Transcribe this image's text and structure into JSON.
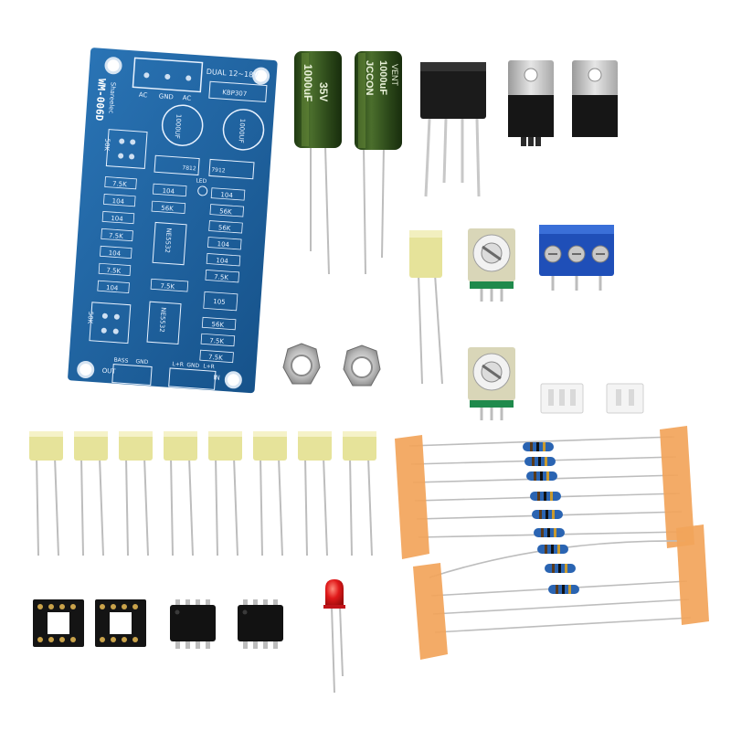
{
  "pcb": {
    "model": "WM-006D",
    "brand": "Shareelec",
    "power": "DUAL 12~18V",
    "bridge": "KBP307",
    "ac_left": "AC",
    "gnd": "GND",
    "ac_right": "AC",
    "cap_left": "1000UF",
    "cap_right": "1000UF",
    "reg1": "7812",
    "reg2": "7912",
    "led": "LED",
    "pot_top": "50K",
    "pot_bottom": "50K",
    "ic1": "NE5532",
    "ic2": "NE5532",
    "left_column": [
      "7.5K",
      "104",
      "104",
      "7.5K",
      "104",
      "7.5K",
      "104"
    ],
    "mid_column": [
      "104",
      "56K",
      "7.5K"
    ],
    "right_column": [
      "104",
      "56K",
      "56K",
      "104",
      "104",
      "7.5K",
      "105",
      "56K",
      "7.5K",
      "7.5K"
    ],
    "bass": "BASS",
    "bass_gnd": "GND",
    "out": "OUT",
    "in_l": "L+R",
    "in_gnd": "GND",
    "in_r": "L+R",
    "in": "IN"
  },
  "capacitor_left": {
    "capacity": "1000uF",
    "voltage": "35V"
  },
  "capacitor_right": {
    "brand": "JCCON",
    "capacity": "1000uF",
    "series": "VENT"
  },
  "film_capacitor_count": 8,
  "colors": {
    "pcb": "#1c5f9c",
    "electrolytic": "#2d4a1a",
    "film_cap": "#e6e39a",
    "terminal": "#1f4fb8",
    "led": "#e0191a"
  }
}
